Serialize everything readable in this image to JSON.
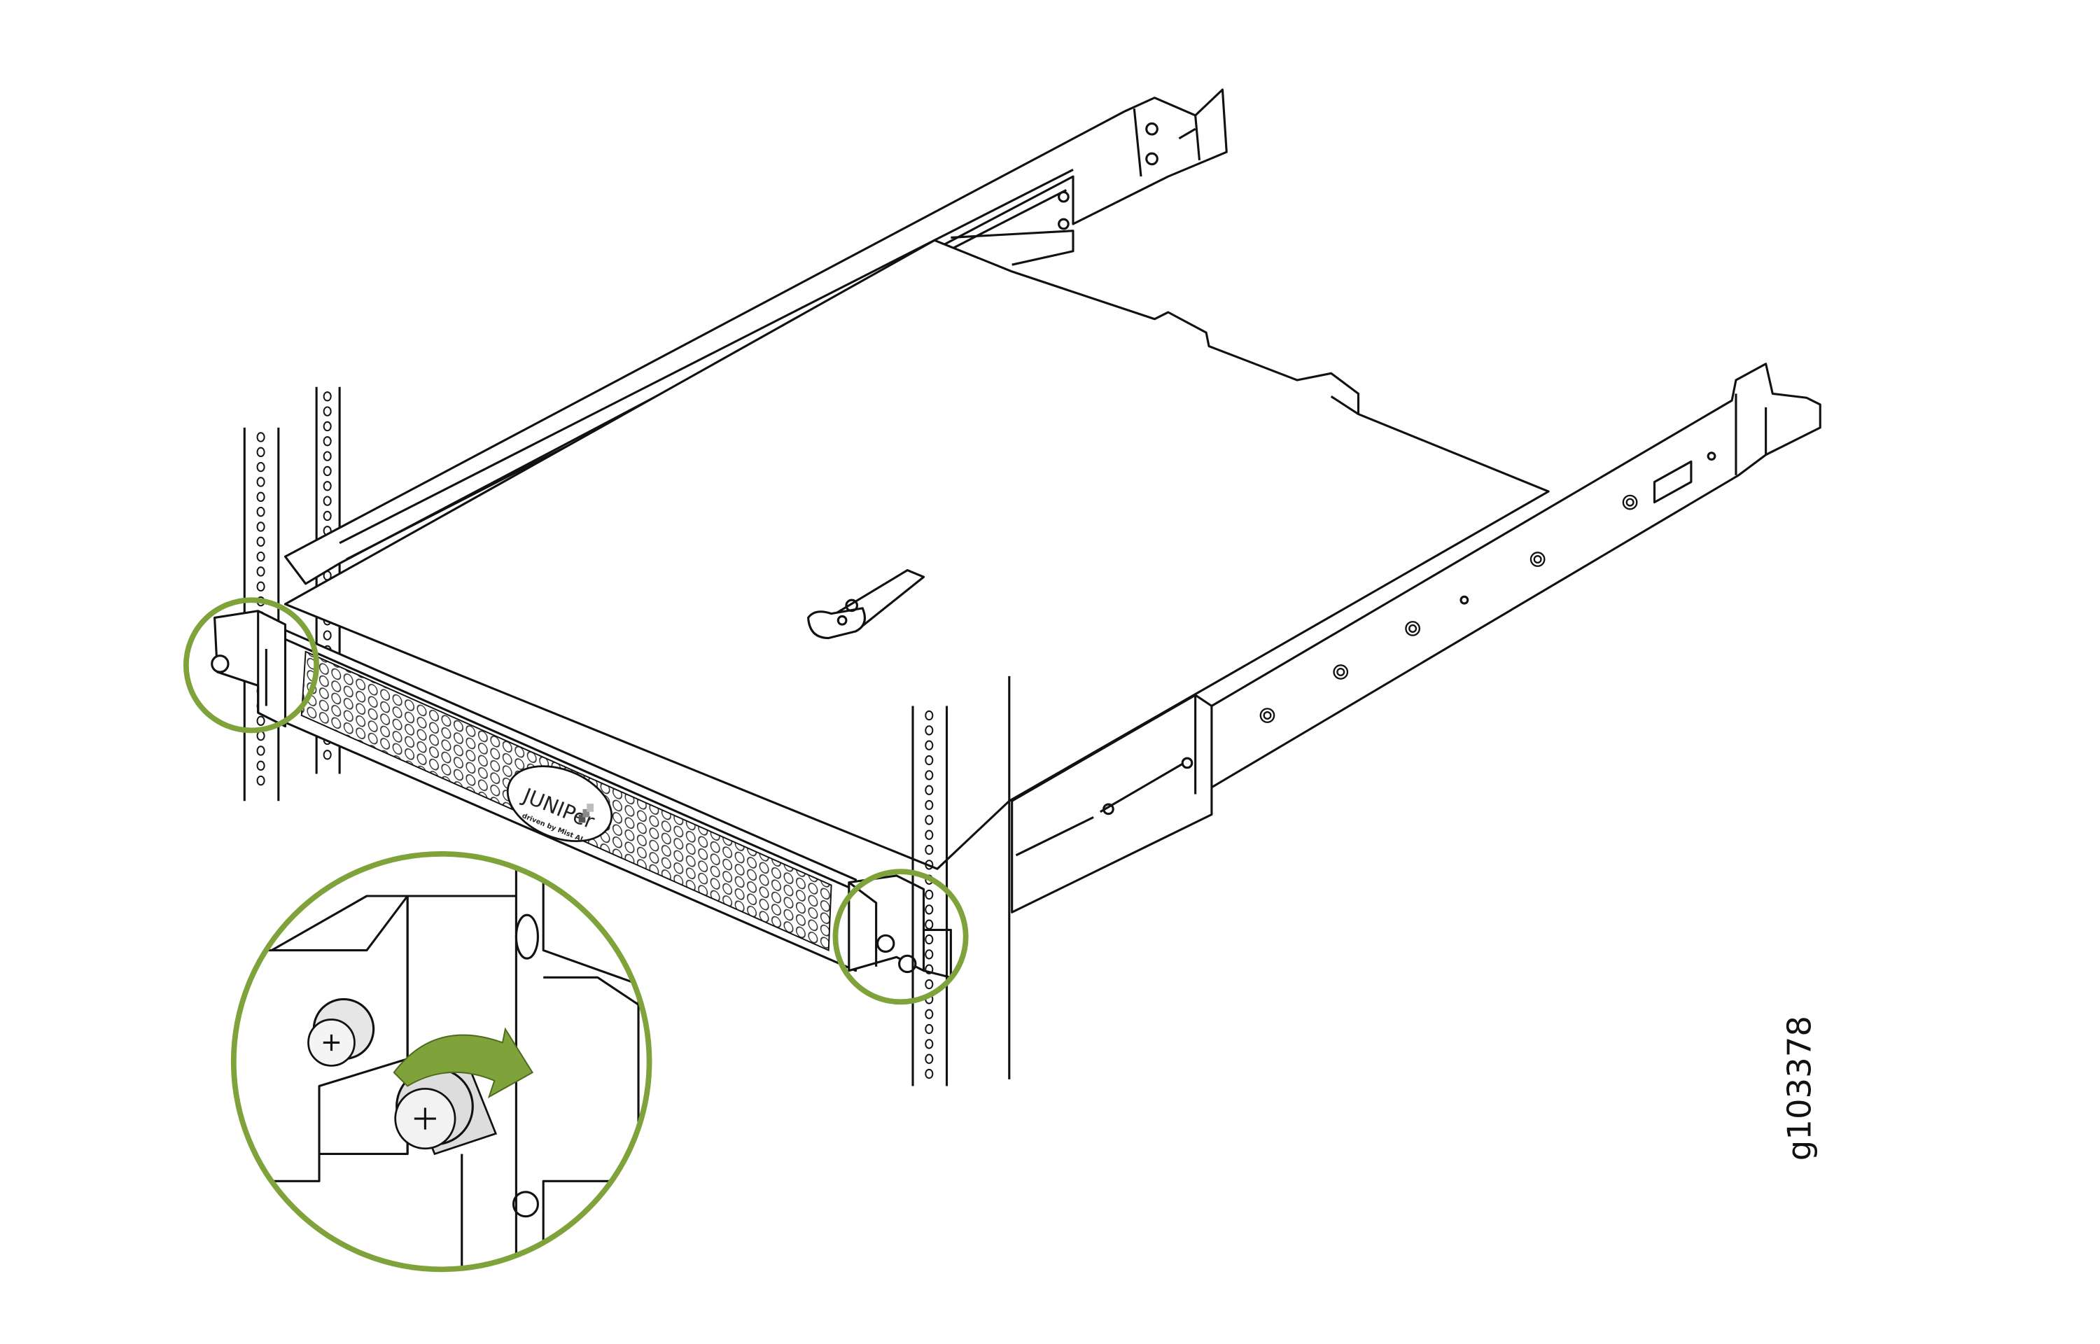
{
  "figure": {
    "figure_id": "g103378",
    "logo": {
      "brand": "JUNIPer",
      "tagline": "driven by Mist AI"
    },
    "colors": {
      "callout": "#7fa23a",
      "line": "#111111",
      "fill": "#ffffff",
      "logo_squares": [
        "#bdbdbd",
        "#8a8a8a",
        "#555555"
      ]
    },
    "callouts": [
      "left-mounting-screw",
      "right-mounting-screw",
      "screw-tighten-detail"
    ],
    "icons": [
      "rotate-clockwise-arrow-icon",
      "phillips-screw-icon"
    ]
  }
}
